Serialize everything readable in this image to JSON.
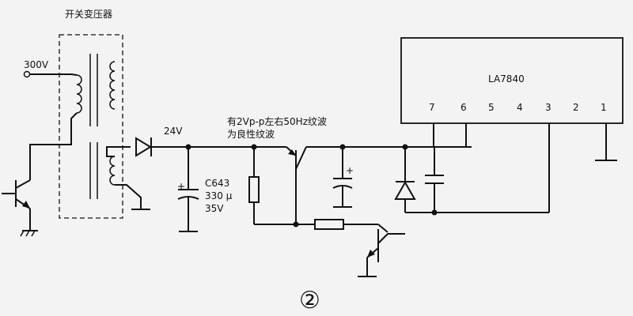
{
  "transformer": {
    "label": "开关变压器"
  },
  "input": {
    "voltage": "300V"
  },
  "rectifier": {
    "voltage": "24V"
  },
  "capacitor": {
    "name": "C643",
    "capacitance": "330 μ",
    "voltage": "35V"
  },
  "ripple_note": {
    "line1": "有2Vp-p左右50Hz纹波",
    "line2": "为良性纹波"
  },
  "ic": {
    "name": "LA7840",
    "pins": [
      "7",
      "6",
      "5",
      "4",
      "3",
      "2",
      "1"
    ]
  },
  "figure_number": "②"
}
